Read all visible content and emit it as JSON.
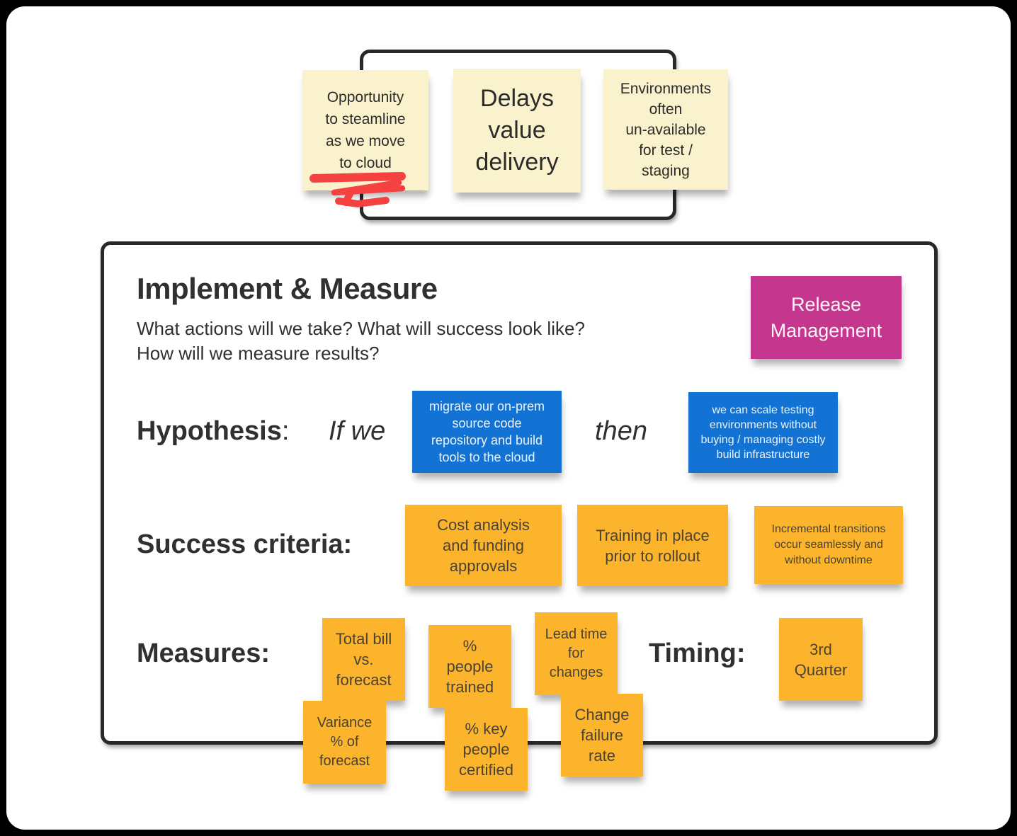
{
  "colors": {
    "frame_bg": "#000000",
    "page_bg": "#ffffff",
    "box_border": "#26282b",
    "sticky_yellow": "#faf2cc",
    "sticky_orange": "#fcb42c",
    "sticky_blue": "#1273d4",
    "sticky_pink": "#c5368f",
    "text_dark": "#2f3031",
    "scribble_red": "#f5413f"
  },
  "top_group": {
    "notes": [
      {
        "text": "Opportunity\nto steamline\nas we move\nto cloud"
      },
      {
        "text": "Delays\nvalue\ndelivery"
      },
      {
        "text": "Environments\noften\nun-available\nfor test /\nstaging"
      }
    ]
  },
  "main": {
    "title": "Implement & Measure",
    "subtitle": "What actions will we take? What will success look like?\nHow will we measure results?",
    "release_tag": "Release\nManagement",
    "hypothesis": {
      "label": "Hypothesis",
      "colon": ":",
      "if_we": "If we",
      "if_note": "migrate our on-prem\nsource code\nrepository and build\ntools to the cloud",
      "then_word": "then",
      "then_note": "we can scale testing\nenvironments without\nbuying / managing costly\nbuild infrastructure"
    },
    "success": {
      "label": "Success criteria:",
      "notes": [
        "Cost analysis\nand funding\napprovals",
        "Training in place\nprior to rollout",
        "Incremental transitions\noccur seamlessly and\nwithout downtime"
      ]
    },
    "measures": {
      "label": "Measures:",
      "notes_top": [
        "Total bill\nvs.\nforecast",
        "%\npeople\ntrained",
        "Lead time\nfor\nchanges"
      ],
      "notes_bottom": [
        "Variance\n% of\nforecast",
        "% key\npeople\ncertified",
        "Change\nfailure\nrate"
      ]
    },
    "timing": {
      "label": "Timing:",
      "note": "3rd\nQuarter"
    }
  }
}
